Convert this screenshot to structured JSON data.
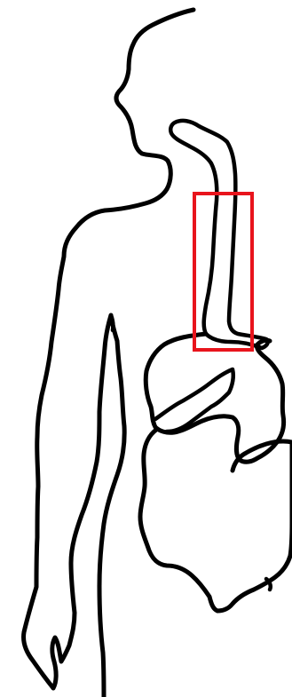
{
  "figure": {
    "outline_color": "#000000",
    "highlight_color": "#e8141c",
    "background_color": "#ffffff"
  },
  "parts": [
    {
      "name": "body-silhouette"
    },
    {
      "name": "esophagus"
    },
    {
      "name": "stomach"
    },
    {
      "name": "liver"
    },
    {
      "name": "esophagus-highlight-box"
    }
  ]
}
